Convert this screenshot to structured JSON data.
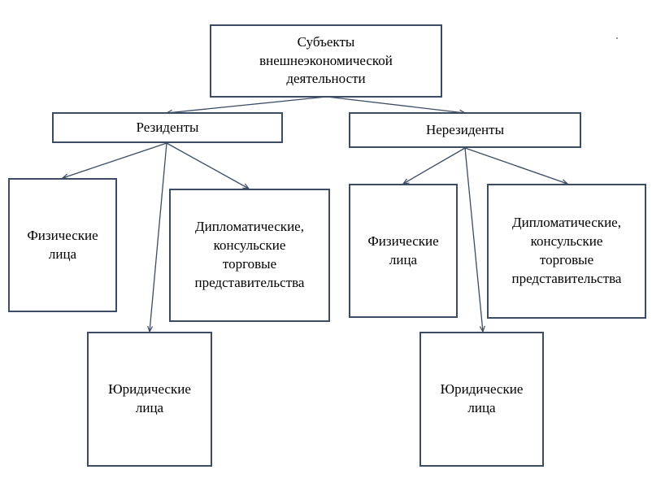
{
  "diagram": {
    "root": {
      "id": "root",
      "label": "Субъекты\nвнешнеэкономической\nдеятельности"
    },
    "nodes": [
      {
        "id": "res",
        "label": "Резиденты"
      },
      {
        "id": "nonres",
        "label": "Нерезиденты"
      },
      {
        "id": "res_phys",
        "label": "Физические\nлица"
      },
      {
        "id": "res_dipl",
        "label": "Дипломатические,\nконсульские\nторговые\nпредставительства"
      },
      {
        "id": "res_jur",
        "label": "Юридические\nлица"
      },
      {
        "id": "nonres_phys",
        "label": "Физические\nлица"
      },
      {
        "id": "nonres_dipl",
        "label": "Дипломатические,\nконсульские\nторговые\nпредставительства"
      },
      {
        "id": "nonres_jur",
        "label": "Юридические\nлица"
      }
    ],
    "edges": [
      {
        "from": "root",
        "to": "res"
      },
      {
        "from": "root",
        "to": "nonres"
      },
      {
        "from": "res",
        "to": "res_phys"
      },
      {
        "from": "res",
        "to": "res_jur"
      },
      {
        "from": "res",
        "to": "res_dipl"
      },
      {
        "from": "nonres",
        "to": "nonres_phys"
      },
      {
        "from": "nonres",
        "to": "nonres_jur"
      },
      {
        "from": "nonres",
        "to": "nonres_dipl"
      }
    ],
    "colors": {
      "border": "#3d4c63",
      "edge": "#3d4c63",
      "background": "#ffffff"
    }
  }
}
